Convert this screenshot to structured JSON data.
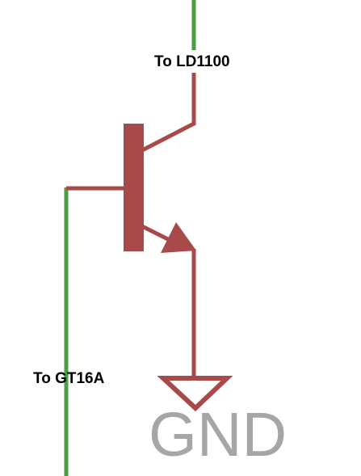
{
  "labels": {
    "collector_net": "To LD1100",
    "base_net": "To GT16A",
    "ground": "GND"
  },
  "colors": {
    "wire_net": "#4a9e44",
    "component": "#a84a4a",
    "ground_text": "#a6a6a6",
    "label_text": "#000000",
    "background": "#ffffff"
  }
}
